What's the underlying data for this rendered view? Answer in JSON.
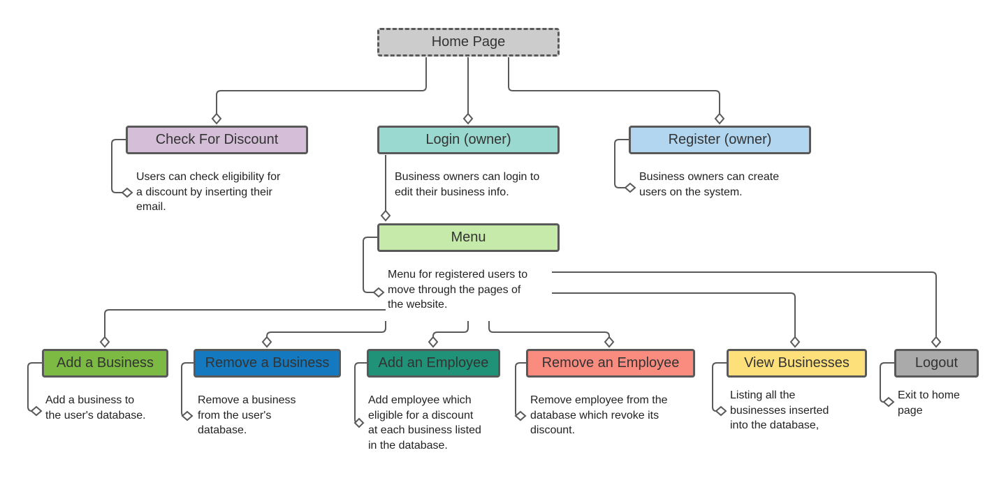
{
  "nodes": {
    "home": {
      "label": "Home Page",
      "color": "#cccccc"
    },
    "check_discount": {
      "label": "Check For Discount",
      "color": "#d5bfd8"
    },
    "login": {
      "label": "Login (owner)",
      "color": "#9ad9cf"
    },
    "register": {
      "label": "Register (owner)",
      "color": "#b2d6f0"
    },
    "menu": {
      "label": "Menu",
      "color": "#c6eaaa"
    },
    "add_business": {
      "label": "Add a Business",
      "color": "#7cba44"
    },
    "remove_business": {
      "label": "Remove a Business",
      "color": "#1479be"
    },
    "add_employee": {
      "label": "Add an Employee",
      "color": "#1f9277"
    },
    "remove_employee": {
      "label": "Remove an Employee",
      "color": "#f98b7f"
    },
    "view_businesses": {
      "label": "View Businesses",
      "color": "#fde07a"
    },
    "logout": {
      "label": "Logout",
      "color": "#aaaaaa"
    }
  },
  "notes": {
    "check_discount": "Users can check eligibility for\na discount by inserting their\nemail.",
    "login": "Business owners can login to\nedit their business info.",
    "register": "Business owners can create\nusers on the system.",
    "menu": "Menu for registered users to\nmove through the pages of\nthe website.",
    "add_business": "Add a business to\nthe user's database.",
    "remove_business": "Remove a business\nfrom the user's\ndatabase.",
    "add_employee": "Add employee which\neligible for a discount\nat each business listed\nin the database.",
    "remove_employee": "Remove employee from the\ndatabase which revoke its\ndiscount.",
    "view_businesses": "Listing all the\nbusinesses inserted\ninto the database,",
    "logout": "Exit to home\npage"
  }
}
